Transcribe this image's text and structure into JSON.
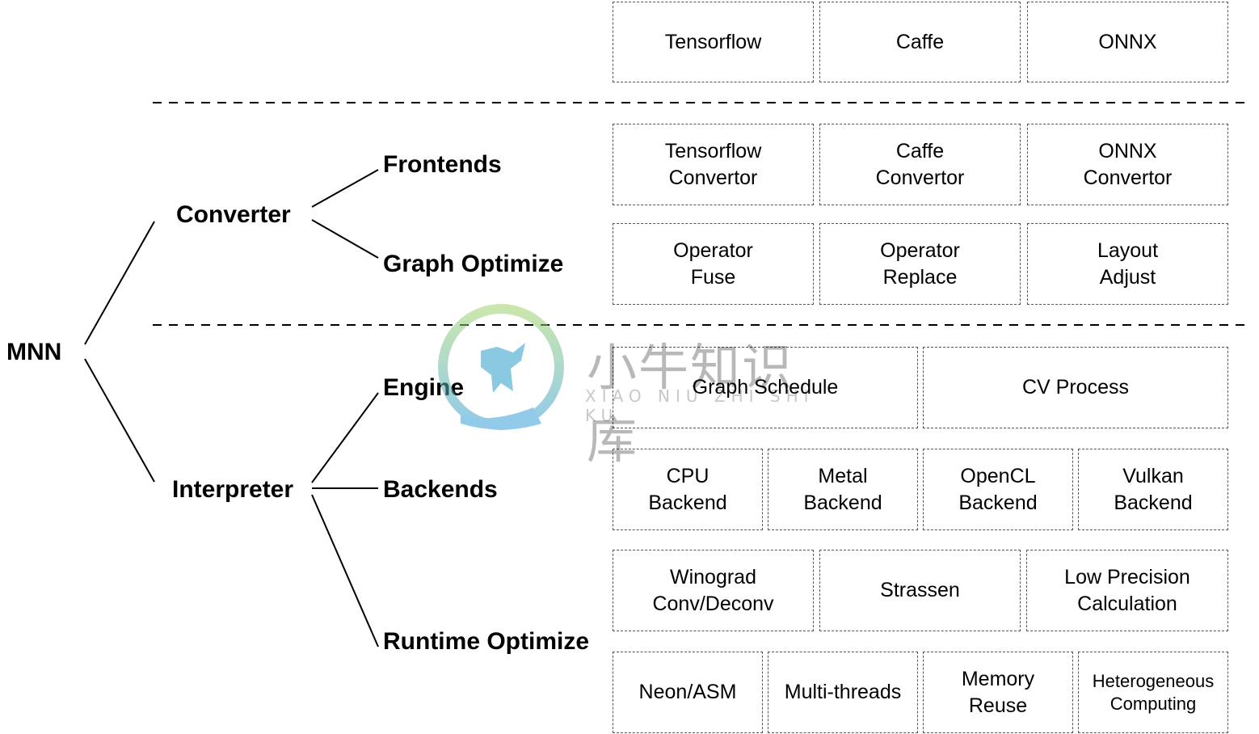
{
  "tree": {
    "root": "MNN",
    "converter": "Converter",
    "interpreter": "Interpreter",
    "frontends": "Frontends",
    "graph_optimize": "Graph Optimize",
    "engine": "Engine",
    "backends": "Backends",
    "runtime_optimize": "Runtime Optimize"
  },
  "boxes": {
    "frameworks": [
      "Tensorflow",
      "Caffe",
      "ONNX"
    ],
    "frontends": [
      "Tensorflow\nConvertor",
      "Caffe\nConvertor",
      "ONNX\nConvertor"
    ],
    "graph_optimize": [
      "Operator\nFuse",
      "Operator\nReplace",
      "Layout\nAdjust"
    ],
    "engine": [
      "Graph Schedule",
      "CV Process"
    ],
    "backends": [
      "CPU\nBackend",
      "Metal\nBackend",
      "OpenCL\nBackend",
      "Vulkan\nBackend"
    ],
    "runtime_row1": [
      "Winograd\nConv/Deconv",
      "Strassen",
      "Low Precision\nCalculation"
    ],
    "runtime_row2": [
      "Neon/ASM",
      "Multi-threads",
      "Memory\nReuse",
      "Heterogeneous\nComputing"
    ]
  },
  "watermark": {
    "chinese": "小牛知识库",
    "pinyin": "XIAO NIU ZHI SHI KU"
  }
}
